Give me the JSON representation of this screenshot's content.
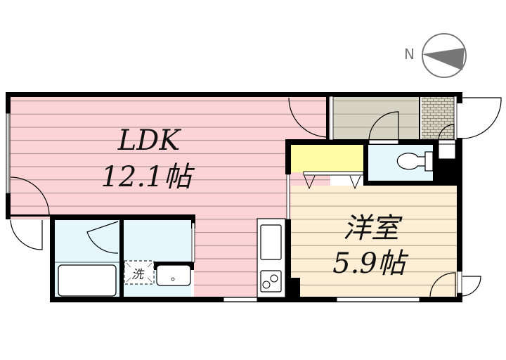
{
  "compass": {
    "letter": "N",
    "icon": "north-arrow-icon"
  },
  "rooms": {
    "ldk": {
      "name": "LDK",
      "size": "12.1帖",
      "color": "#fcd4d6"
    },
    "western": {
      "name": "洋室",
      "size": "5.9帖",
      "color": "#fdeed6"
    },
    "entrance_hall": {
      "color": "#d6d3c4"
    },
    "genkan_tile": {
      "color": "#d0cdbf"
    },
    "closet": {
      "color": "#fffca6"
    },
    "toilet": {
      "color": "#e5f6fd"
    },
    "bathroom": {
      "color": "#e5f6fd"
    },
    "washroom": {
      "color": "#e5f6fd",
      "washer_label": "洗"
    }
  },
  "colors": {
    "wall": "#000000",
    "floor_line": "#9c8c8c"
  }
}
